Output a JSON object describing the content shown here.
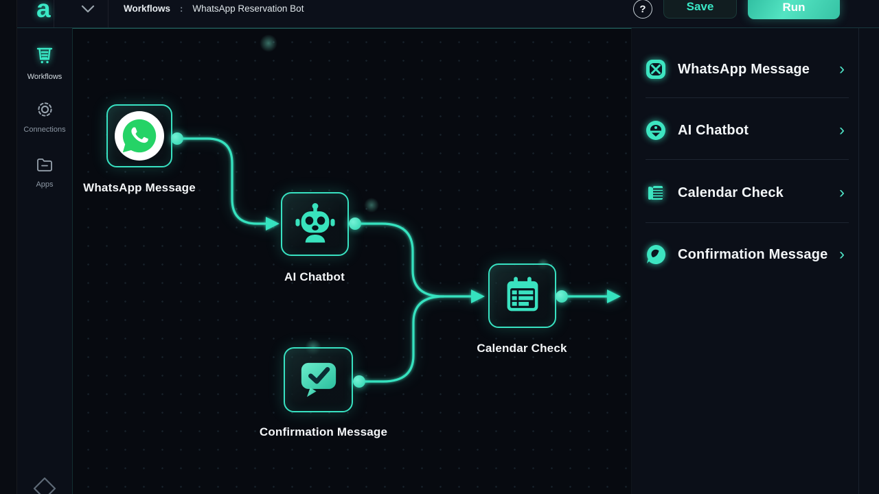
{
  "topbar": {
    "logo_text": "a",
    "breadcrumb_section": "Workflows",
    "breadcrumb_separator": ":",
    "breadcrumb_title": "WhatsApp Reservation Bot",
    "help_label": "?",
    "save_label": "Save",
    "run_label": "Run"
  },
  "sidebar": {
    "items": [
      {
        "label": "Workflows",
        "icon": "workflows-icon",
        "active": true
      },
      {
        "label": "Connections",
        "icon": "gear-icon",
        "active": false
      },
      {
        "label": "Apps",
        "icon": "folder-icon",
        "active": false
      }
    ]
  },
  "canvas": {
    "nodes": [
      {
        "id": "whatsapp-message",
        "label": "WhatsApp Message",
        "icon": "whatsapp-icon"
      },
      {
        "id": "ai-chatbot",
        "label": "AI Chatbot",
        "icon": "robot-icon"
      },
      {
        "id": "calendar-check",
        "label": "Calendar Check",
        "icon": "calendar-icon"
      },
      {
        "id": "confirmation-message",
        "label": "Confirmation Message",
        "icon": "chat-check-icon"
      }
    ],
    "edges": [
      {
        "from": "whatsapp-message",
        "to": "ai-chatbot"
      },
      {
        "from": "ai-chatbot",
        "to": "calendar-check"
      },
      {
        "from": "confirmation-message",
        "to": "calendar-check"
      },
      {
        "from": "calendar-check",
        "to": "output"
      }
    ]
  },
  "panel": {
    "chevron": "›",
    "items": [
      {
        "label": "WhatsApp Message",
        "icon": "whatsapp-x-icon"
      },
      {
        "label": "AI Chatbot",
        "icon": "chatbot-face-icon"
      },
      {
        "label": "Calendar Check",
        "icon": "calendar-lines-icon"
      },
      {
        "label": "Confirmation Message",
        "icon": "chat-bubble-icon"
      }
    ]
  },
  "colors": {
    "accent": "#3AE8C6",
    "whatsapp_green": "#25D366",
    "canvas_bg": "#070A10",
    "panel_bg": "#0B0F18",
    "run_gradient_start": "#2FBDA0",
    "run_gradient_end": "#53E4C2"
  }
}
